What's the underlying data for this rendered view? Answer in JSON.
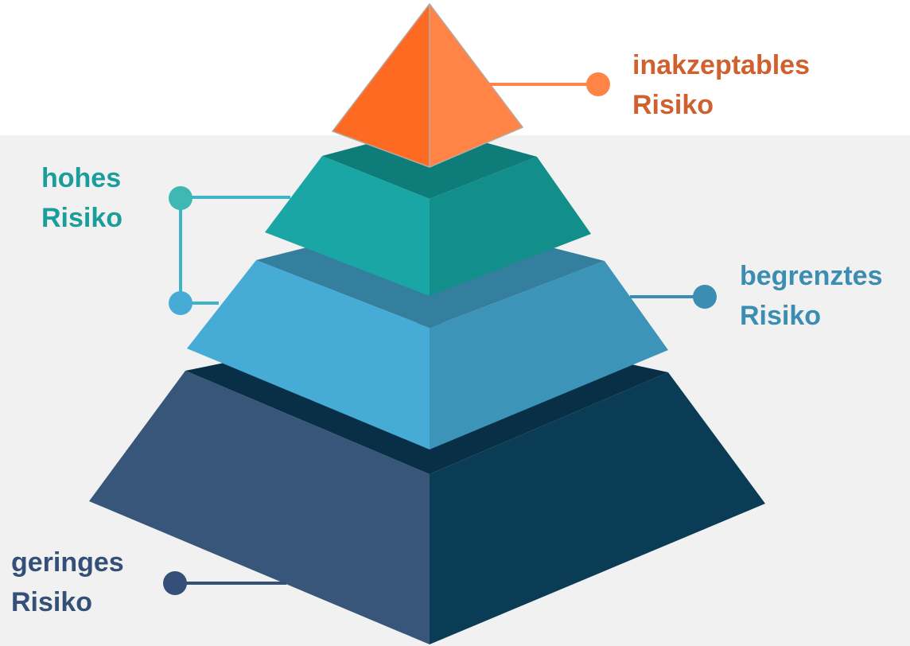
{
  "colors": {
    "background_top": "#ffffff",
    "background_band": "#f1f1f1",
    "unacceptable_text": "#d0602e",
    "unacceptable_light": "#ff6a22",
    "unacceptable_dark": "#ff8446",
    "high_text": "#1a9e9b",
    "high_light": "#1aa6a5",
    "high_dark": "#138f8b",
    "high_top": "#0e7c78",
    "limited_text": "#3b8db2",
    "limited_light": "#46acd6",
    "limited_dark": "#3d94b9",
    "limited_top": "#347f9e",
    "minimal_text": "#344f78",
    "minimal_light": "#37567a",
    "minimal_dark": "#0b3c56",
    "minimal_top": "#082f46"
  },
  "levels": [
    {
      "id": "unacceptable",
      "line1": "inakzeptables",
      "line2": "Risiko"
    },
    {
      "id": "high",
      "line1": "hohes",
      "line2": "Risiko"
    },
    {
      "id": "limited",
      "line1": "begrenztes",
      "line2": "Risiko"
    },
    {
      "id": "minimal",
      "line1": "geringes",
      "line2": "Risiko"
    }
  ]
}
